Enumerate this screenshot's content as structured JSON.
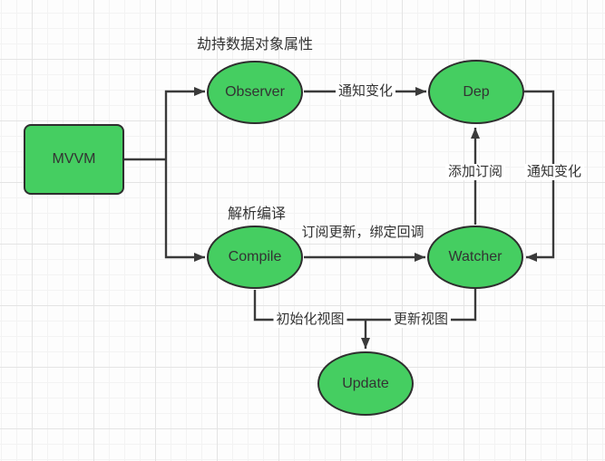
{
  "colors": {
    "node_fill": "#45ce61",
    "node_border": "#2e2e2e",
    "edge": "#3a3a3a",
    "text": "#333333",
    "label_bg": "#ffffff"
  },
  "nodes": {
    "mvvm": {
      "label": "MVVM"
    },
    "observer": {
      "label": "Observer"
    },
    "dep": {
      "label": "Dep"
    },
    "compile": {
      "label": "Compile"
    },
    "watcher": {
      "label": "Watcher"
    },
    "update": {
      "label": "Update"
    }
  },
  "annotations": {
    "hijack": {
      "text": "劫持数据对象属性"
    },
    "parse": {
      "text": "解析编译"
    }
  },
  "edges": {
    "observer_to_dep": {
      "label": "通知变化"
    },
    "watcher_to_dep": {
      "label": "添加订阅"
    },
    "dep_to_watcher": {
      "label": "通知变化"
    },
    "compile_to_watcher": {
      "label": "订阅更新，绑定回调"
    },
    "compile_to_update": {
      "label": "初始化视图"
    },
    "watcher_to_update": {
      "label": "更新视图"
    }
  }
}
